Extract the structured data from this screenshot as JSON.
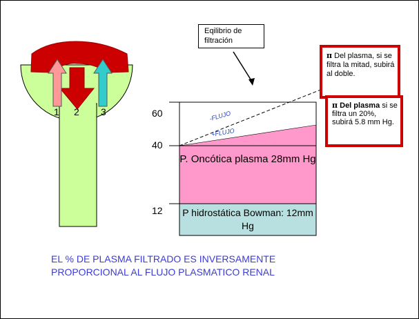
{
  "callout": {
    "title": "Eqilibrio de filtración"
  },
  "notes": [
    {
      "pi": "π",
      "bold": "",
      "text": "Del plasma, si se filtra la mitad, subirá al doble."
    },
    {
      "pi": "π",
      "bold": "Del plasma",
      "text": "si se filtra un 20%, subirá 5.8 mm Hg."
    }
  ],
  "numbers": [
    "1",
    "2",
    "3"
  ],
  "ticks": [
    "60",
    "40",
    "12"
  ],
  "chart": {
    "flow_minus": "-FLUJO",
    "flow_plus": "+FLUJO",
    "oncotic": "P. Oncótica plasma 28mm Hg",
    "hydrostatic": "P hidrostática Bowman: 12mm Hg"
  },
  "conclusion": "EL % DE PLASMA FILTRADO ES INVERSAMENTE PROPORCIONAL AL FLUJO PLASMATICO RENAL",
  "colors": {
    "tube": "#ccff99",
    "arrow_red": "#cc0000",
    "arrow_pink": "#ff9999",
    "arrow_cyan": "#33cccc",
    "oncotic": "#ff99cc",
    "hydrostatic": "#b8e0e0",
    "note_border": "#cc0000",
    "text_blue": "#3b3bd6"
  }
}
